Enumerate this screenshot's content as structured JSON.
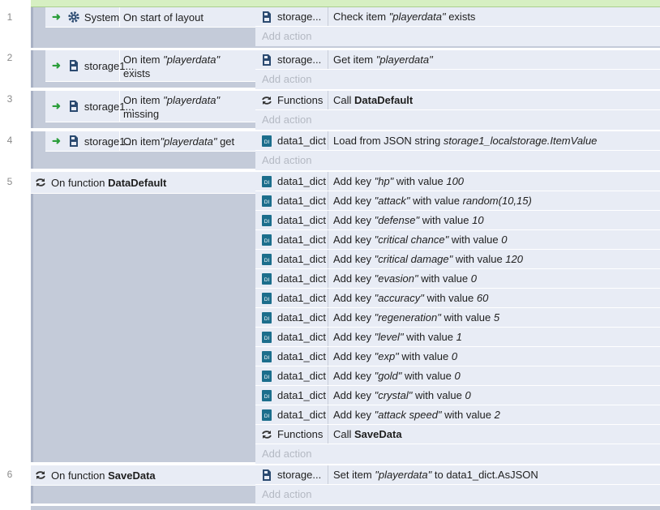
{
  "events": [
    {
      "number": "1",
      "obj": "System",
      "obj_icon": "gear-icon",
      "cond": "On start of layout",
      "actions": [
        {
          "obj": "storage...",
          "icon": "storage-icon",
          "pre": "Check item ",
          "it": "\"playerdata\"",
          "post": " exists"
        }
      ],
      "add_action": "Add action"
    },
    {
      "number": "2",
      "obj": "storage1...",
      "obj_icon": "storage-icon",
      "cond_pre": "On item ",
      "cond_it": "\"playerdata\"",
      "cond_post": "exists",
      "actions": [
        {
          "obj": "storage...",
          "icon": "storage-icon",
          "pre": "Get item ",
          "it": "\"playerdata\"",
          "post": ""
        }
      ],
      "add_action": "Add action"
    },
    {
      "number": "3",
      "obj": "storage1...",
      "obj_icon": "storage-icon",
      "cond_pre": "On item ",
      "cond_it": "\"playerdata\"",
      "cond_post": "missing",
      "actions": [
        {
          "obj": "Functions",
          "icon": "function-loop-icon",
          "pre": "Call ",
          "bold": "DataDefault"
        }
      ],
      "add_action": "Add action"
    },
    {
      "number": "4",
      "obj": "storage1...",
      "obj_icon": "storage-icon",
      "cond_pre": "On item ",
      "cond_it": "\"playerdata\"",
      "cond_post": " get",
      "actions": [
        {
          "obj": "data1_dict",
          "icon": "dictionary-icon",
          "pre": "Load from JSON string ",
          "it": "storage1_localstorage.ItemValue",
          "post": ""
        }
      ],
      "add_action": "Add action"
    },
    {
      "number": "5",
      "fn_label": "On function ",
      "fn_name": "DataDefault",
      "actions": [
        {
          "obj": "data1_dict",
          "pre": "Add key ",
          "it": "\"hp\"",
          "mid": " with value ",
          "val": "100"
        },
        {
          "obj": "data1_dict",
          "pre": "Add key ",
          "it": "\"attack\"",
          "mid": " with value ",
          "val": "random(10,15)"
        },
        {
          "obj": "data1_dict",
          "pre": "Add key ",
          "it": "\"defense\"",
          "mid": " with value ",
          "val": "10"
        },
        {
          "obj": "data1_dict",
          "pre": "Add key ",
          "it": "\"critical chance\"",
          "mid": " with value ",
          "val": "0"
        },
        {
          "obj": "data1_dict",
          "pre": "Add key ",
          "it": "\"critical damage\"",
          "mid": " with value ",
          "val": "120"
        },
        {
          "obj": "data1_dict",
          "pre": "Add key ",
          "it": "\"evasion\"",
          "mid": " with value ",
          "val": "0"
        },
        {
          "obj": "data1_dict",
          "pre": "Add key ",
          "it": "\"accuracy\"",
          "mid": " with value ",
          "val": "60"
        },
        {
          "obj": "data1_dict",
          "pre": "Add key ",
          "it": "\"regeneration\"",
          "mid": " with value ",
          "val": "5"
        },
        {
          "obj": "data1_dict",
          "pre": "Add key ",
          "it": "\"level\"",
          "mid": " with value ",
          "val": "1"
        },
        {
          "obj": "data1_dict",
          "pre": "Add key ",
          "it": "\"exp\"",
          "mid": " with value ",
          "val": "0"
        },
        {
          "obj": "data1_dict",
          "pre": "Add key ",
          "it": "\"gold\"",
          "mid": " with value ",
          "val": "0"
        },
        {
          "obj": "data1_dict",
          "pre": "Add key ",
          "it": "\"crystal\"",
          "mid": " with value ",
          "val": "0"
        },
        {
          "obj": "data1_dict",
          "pre": "Add key ",
          "it": "\"attack speed\"",
          "mid": " with value ",
          "val": "2"
        },
        {
          "obj": "Functions",
          "icon": "function-loop-icon",
          "pre": "Call ",
          "bold": "SaveData"
        }
      ],
      "add_action": "Add action"
    },
    {
      "number": "6",
      "fn_label": "On function ",
      "fn_name": "SaveData",
      "actions": [
        {
          "obj": "storage...",
          "icon": "storage-icon",
          "pre": "Set item ",
          "it": "\"playerdata\"",
          "post": " to data1_dict.AsJSON"
        }
      ],
      "add_action": "Add action"
    }
  ],
  "colors": {
    "row": "#e8ecf5",
    "block": "#c4cbd9",
    "trigger_arrow": "#2a9d3a",
    "storage_icon": "#2b4a70",
    "dict_icon": "#1c6e8c"
  }
}
